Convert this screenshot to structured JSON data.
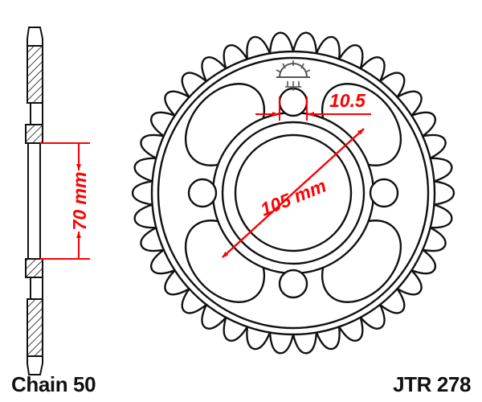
{
  "drawing": {
    "title": "Motorcycle rear sprocket technical drawing",
    "part_number": "JTR 278",
    "chain_label": "Chain 50",
    "background_color": "#ffffff",
    "line_color": "#111111",
    "dimension_color": "#ff0000"
  },
  "dimensions": {
    "bolt_hole_diameter": "10.5",
    "bolt_circle_diameter": "105 mm",
    "centre_bore_diameter": "70 mm"
  },
  "sprocket": {
    "tooth_count": 38,
    "bolt_hole_count": 4,
    "lightening_hole_count": 4,
    "logo_name": "jt-sunburst-logo"
  },
  "views": {
    "side_section_name": "side-section-view",
    "face_view_name": "sprocket-face-view"
  }
}
